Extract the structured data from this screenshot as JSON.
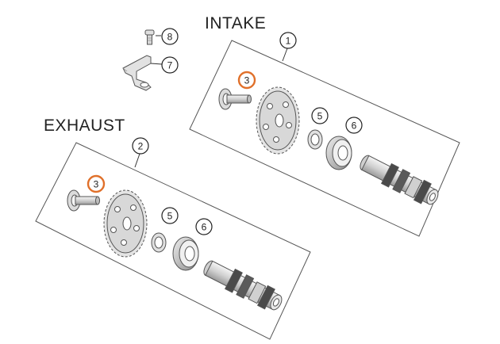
{
  "groups": {
    "intake": {
      "title": "INTAKE",
      "group_callout": "1"
    },
    "exhaust": {
      "title": "EXHAUST",
      "group_callout": "2"
    }
  },
  "callouts": {
    "bolt": "8",
    "bracket": "7",
    "intake_bolt": "3",
    "intake_washer": "5",
    "intake_bearing": "6",
    "exhaust_bolt": "3",
    "exhaust_washer": "5",
    "exhaust_bearing": "6"
  },
  "colors": {
    "highlight": "#e0702a",
    "line": "#333333",
    "part_fill": "#e6e6e6"
  }
}
